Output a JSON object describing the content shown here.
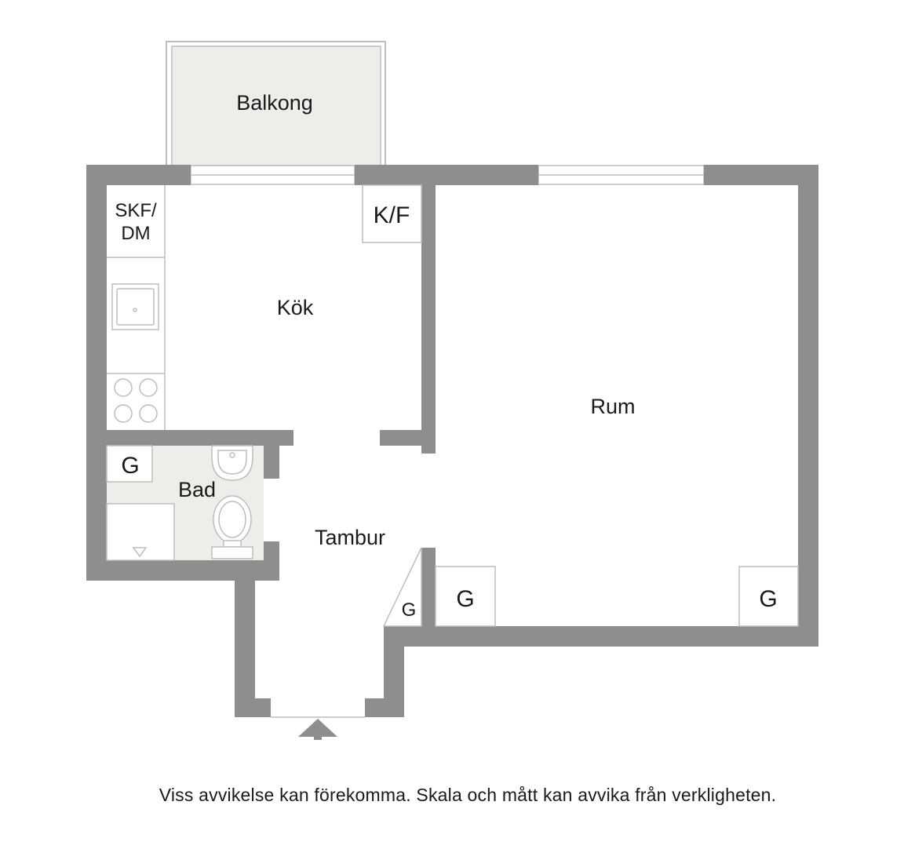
{
  "rooms": {
    "balcony": "Balkong",
    "kitchen": "Kök",
    "room": "Rum",
    "bathroom": "Bad",
    "hallway": "Tambur"
  },
  "fixtures": {
    "skf_dm_line1": "SKF/",
    "skf_dm_line2": "DM",
    "fridge_freezer": "K/F",
    "wardrobe_bath": "G",
    "wardrobe_hall": "G",
    "wardrobe_room_left": "G",
    "wardrobe_room_right": "G"
  },
  "footer": {
    "disclaimer": "Viss avvikelse kan förekomma. Skala och mått kan avvika från verkligheten."
  },
  "colors": {
    "wall": "#8e8e8e",
    "balcony_floor": "#efedea",
    "bath_floor": "#efedea",
    "line": "#bdbdbd"
  }
}
